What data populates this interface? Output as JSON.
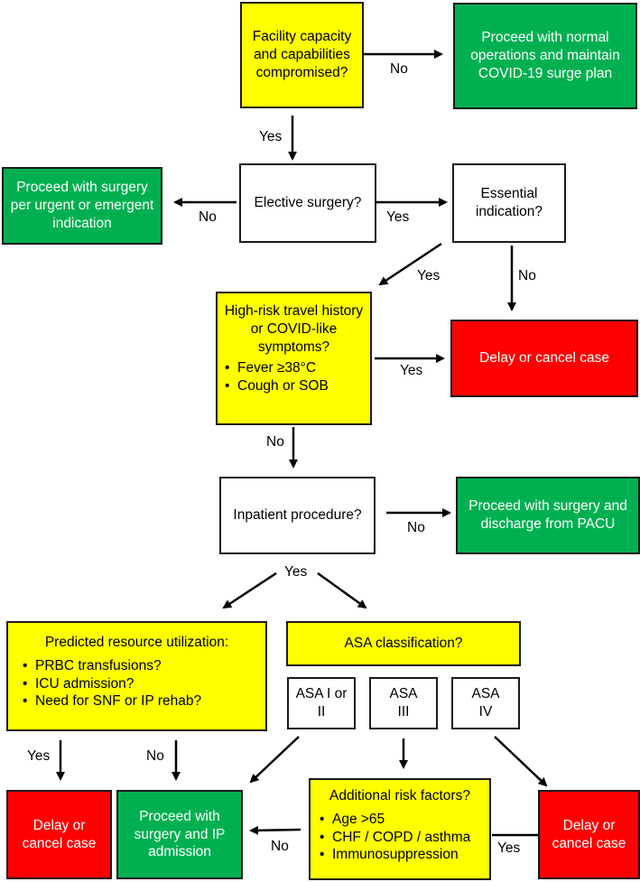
{
  "boxes": {
    "facility": "Facility capacity and capabilities compromised?",
    "normal_ops": "Proceed with normal operations and maintain COVID-19 surge plan",
    "urgent": "Proceed with surgery per urgent or emergent indication",
    "elective": "Elective surgery?",
    "essential": "Essential indication?",
    "high_risk": {
      "title": "High-risk travel history or COVID-like symptoms?",
      "items": [
        "Fever ≥38°C",
        "Cough or SOB"
      ]
    },
    "delay_1": "Delay or cancel case",
    "inpatient": "Inpatient procedure?",
    "discharge": "Proceed with surgery and discharge from PACU",
    "resource": {
      "title": "Predicted resource utilization:",
      "items": [
        "PRBC transfusions?",
        "ICU admission?",
        "Need for SNF or IP rehab?"
      ]
    },
    "asa": "ASA classification?",
    "asa_1_2": "ASA I or II",
    "asa_3": "ASA III",
    "asa_4": "ASA IV",
    "delay_2": "Delay or cancel case",
    "ip_admission": "Proceed with surgery and IP admission",
    "risk_factors": {
      "title": "Additional risk factors?",
      "items": [
        "Age >65",
        "CHF / COPD / asthma",
        "Immunosuppression"
      ]
    },
    "delay_3": "Delay or cancel case"
  },
  "labels": {
    "no_facility": "No",
    "yes_facility": "Yes",
    "no_elective": "No",
    "yes_elective": "Yes",
    "yes_essential": "Yes",
    "no_essential": "No",
    "yes_high_risk": "Yes",
    "no_high_risk": "No",
    "no_inpatient": "No",
    "yes_inpatient": "Yes",
    "yes_resource": "Yes",
    "no_resource": "No",
    "no_risk": "No",
    "yes_risk": "Yes"
  },
  "colors": {
    "yellow": "#ffff00",
    "green": "#00b050",
    "red": "#ff0000",
    "white": "#ffffff"
  }
}
